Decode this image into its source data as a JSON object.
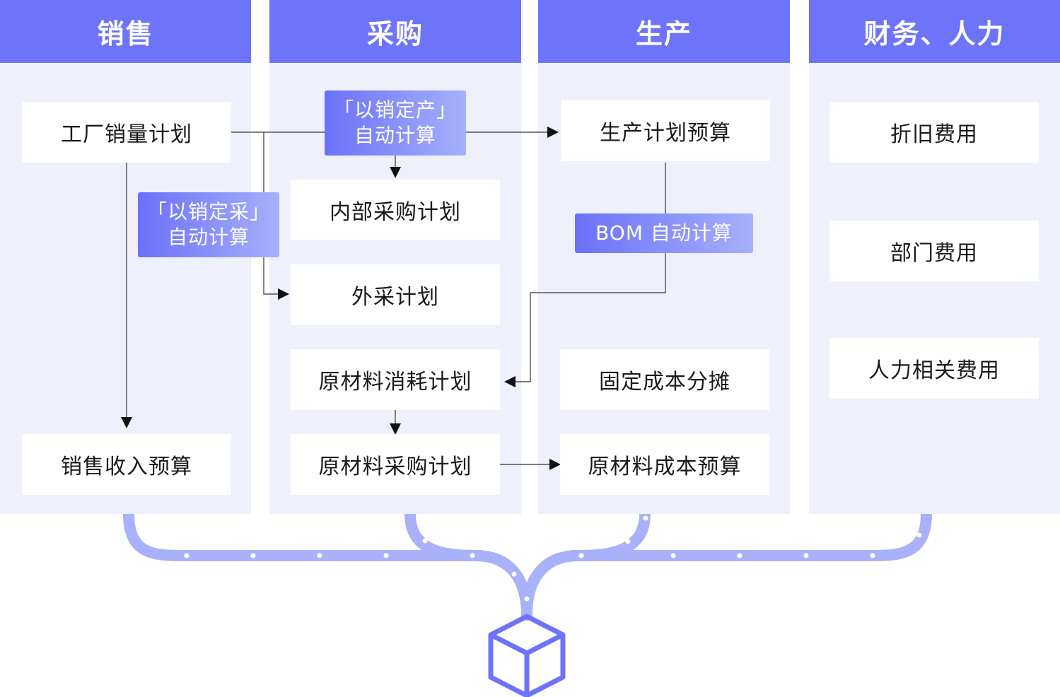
{
  "columns": {
    "sales": "销售",
    "purchase": "采购",
    "production": "生产",
    "finance_hr": "财务、人力"
  },
  "boxes": {
    "factory_sales_plan": "工厂销量计划",
    "sales_revenue_budget": "销售收入预算",
    "internal_purchase_plan": "内部采购计划",
    "external_purchase_plan": "外采计划",
    "raw_material_consumption_plan": "原材料消耗计划",
    "raw_material_purchase_plan": "原材料采购计划",
    "production_plan_budget": "生产计划预算",
    "fixed_cost_allocation": "固定成本分摊",
    "raw_material_cost_budget": "原材料成本预算",
    "depreciation_expense": "折旧费用",
    "department_expense": "部门费用",
    "hr_related_expense": "人力相关费用"
  },
  "tags": {
    "sell_to_produce": {
      "line1": "「以销定产」",
      "line2": "自动计算"
    },
    "sell_to_purchase": {
      "line1": "「以销定采」",
      "line2": "自动计算"
    },
    "bom": {
      "line1": "BOM 自动计算"
    }
  },
  "icons": {
    "bottom": "cube-icon"
  },
  "colors": {
    "header": "#6e74f9",
    "column_bg": "#eef0fc",
    "tag_start": "#6b71f7",
    "tag_end": "#a6b0fb",
    "connector": "#a9b1fb"
  }
}
